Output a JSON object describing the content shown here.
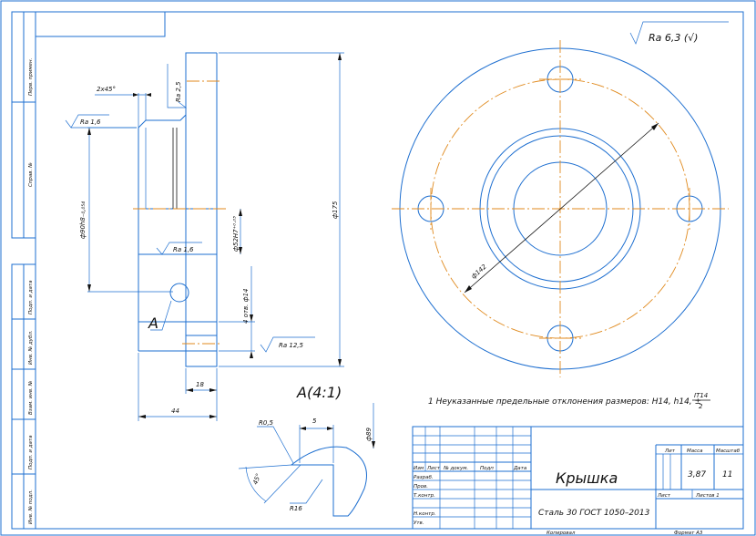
{
  "roughness": {
    "general": "Ra 6,3 (√)",
    "r16a": "Ra 1,6",
    "r16b": "Ra 1,6",
    "r25": "Ra 2,5",
    "r125": "Ra 12,5"
  },
  "dims": {
    "chamfer": "2х45°",
    "d90": "ф90h8₋₀,₀₅₄",
    "d52": "ф52H7⁺⁰·⁰³",
    "holes": "4 отв. ф14",
    "d175": "ф175",
    "d142": "ф142",
    "d89": "ф89",
    "w44": "44",
    "w18": "18",
    "w5": "5",
    "r05": "R0,5",
    "r16": "R16",
    "ang": "45°"
  },
  "labels": {
    "view_a": "А",
    "detail": "А(4:1)"
  },
  "note": {
    "text": "1 Неуказанные предельные отклонения размеров: H14, h14, ±",
    "frac_num": "IT14",
    "frac_den": "2"
  },
  "title_block": {
    "name": "Крышка",
    "material": "Сталь 30 ГОСТ 1050–2013",
    "mass": "3,87",
    "scale": "11",
    "headers": {
      "lit": "Лит",
      "mass": "Масса",
      "scale": "Масштаб"
    },
    "sheet": "Лист",
    "sheets": "Листов 1",
    "copied": "Копировал",
    "format": "Формат А3",
    "change_cols": [
      "Изм",
      "Лист",
      "№ докум.",
      "Подп",
      "Дата"
    ],
    "role_rows": [
      "Разраб.",
      "Пров.",
      "Т.контр.",
      "",
      "Н.контр.",
      "Утв."
    ]
  },
  "side_strip": [
    "Перв. примен.",
    "Справ. №",
    "Подп. и дата",
    "Инв. № дубл.",
    "Взам. инв. №",
    "Подп. и дата",
    "Инв. № подл."
  ]
}
